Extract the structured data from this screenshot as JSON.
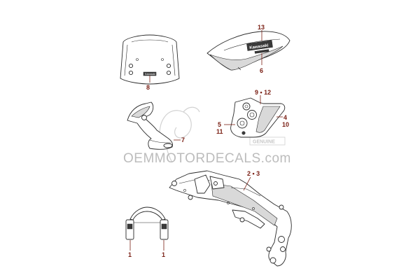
{
  "watermark": {
    "site": "OEMMOTORDECALS.com",
    "badge": "GENUINE"
  },
  "decals": {
    "windscreen_logo": "Kawasaki",
    "fairing_logo": "Kawasaki"
  },
  "callouts": {
    "windscreen": "8",
    "fairing_top": "13",
    "fairing_bottom": "6",
    "side_cover": "7",
    "panel_top": "9 • 12",
    "panel_right_top": "4",
    "panel_right_bottom": "10",
    "panel_left_top": "5",
    "panel_left_bottom": "11",
    "frame": "2 • 3",
    "fork_left": "1",
    "fork_right": "1"
  }
}
